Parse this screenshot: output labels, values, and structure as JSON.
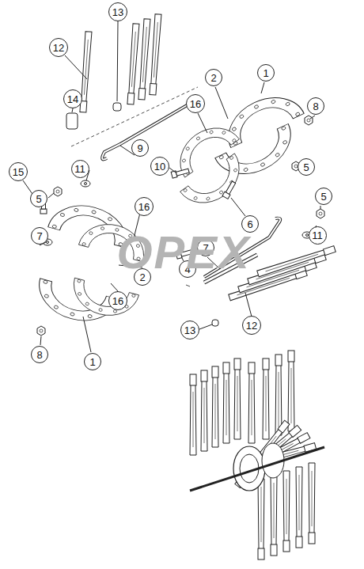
{
  "diagram": {
    "nodes": [
      {
        "text": [
          "13"
        ]
      },
      {
        "text": [
          "12"
        ]
      },
      {
        "text": [
          "1"
        ]
      },
      {
        "text": [
          "2"
        ]
      },
      {
        "text": [
          "14"
        ]
      },
      {
        "text": [
          "16"
        ]
      },
      {
        "text": [
          "8"
        ]
      },
      {
        "text": [
          "9"
        ]
      },
      {
        "text": [
          "5"
        ]
      },
      {
        "text": [
          "10"
        ]
      },
      {
        "text": [
          "11"
        ]
      },
      {
        "text": [
          "15"
        ]
      },
      {
        "text": [
          "5"
        ]
      },
      {
        "text": [
          "5"
        ]
      },
      {
        "text": [
          "16"
        ]
      },
      {
        "text": [
          "6"
        ]
      },
      {
        "text": [
          "7"
        ]
      },
      {
        "text": [
          "11"
        ]
      },
      {
        "text": [
          "7"
        ]
      },
      {
        "text": [
          "4"
        ]
      },
      {
        "text": [
          "2"
        ]
      },
      {
        "text": [
          "16"
        ]
      },
      {
        "text": [
          "13"
        ]
      },
      {
        "text": [
          "12"
        ]
      },
      {
        "text": [
          "8"
        ]
      },
      {
        "text": [
          "1"
        ]
      }
    ],
    "edges": [],
    "labels": [
      "OPEX"
    ]
  }
}
